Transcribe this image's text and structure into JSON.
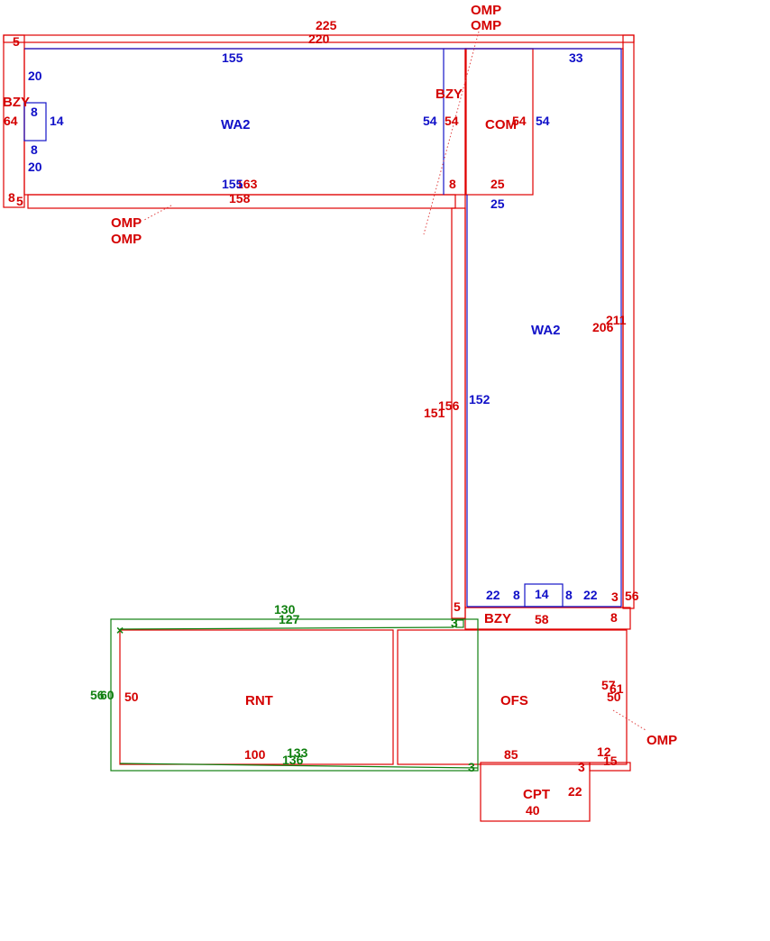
{
  "rooms": {
    "wa2_top": "WA2",
    "wa2_right": "WA2",
    "com": "COM",
    "rnt": "RNT",
    "ofs": "OFS",
    "cpt": "CPT",
    "bzy_left": "BZY",
    "bzy_mid": "BZY",
    "bzy_bottom": "BZY"
  },
  "omp_labels": [
    "OMP",
    "OMP",
    "OMP",
    "OMP",
    "OMP"
  ],
  "dimensions": {
    "red": {
      "d225": "225",
      "d220": "220",
      "d5_top": "5",
      "d64": "64",
      "d8_left": "8",
      "d5_left": "5",
      "d163": "163",
      "d158": "158",
      "d54_mid": "54",
      "d8_mid": "8",
      "d25_top": "25",
      "d54_com": "54",
      "d211": "211",
      "d206": "206",
      "d151": "151",
      "d156": "156",
      "d5_bzy": "5",
      "d58": "58",
      "d8_bzy": "8",
      "d3": "3",
      "d56": "56",
      "d50_rnt": "50",
      "d100": "100",
      "d85": "85",
      "d57": "57",
      "d61": "61",
      "d50_ofs": "50",
      "d12": "12",
      "d15": "15",
      "d3_cpt": "3",
      "d22_cpt": "22",
      "d40": "40"
    },
    "blue": {
      "d155_top": "155",
      "d155_bot": "155",
      "d20_a": "20",
      "d8_a": "8",
      "d14_a": "14",
      "d8_b": "8",
      "d20_b": "20",
      "d54_left": "54",
      "d33": "33",
      "d54_right": "54",
      "d25": "25",
      "d152": "152",
      "d22_a": "22",
      "d8_c": "8",
      "d14_b": "14",
      "d8_d": "8",
      "d22_b": "22"
    },
    "green": {
      "d130": "130",
      "d127": "127",
      "d3_top": "3",
      "d56": "56",
      "d60": "60",
      "d133": "133",
      "d136": "136",
      "d3_bot": "3"
    }
  },
  "colors": {
    "red": "#e00000",
    "blue": "#1414c8",
    "green": "#108010"
  }
}
